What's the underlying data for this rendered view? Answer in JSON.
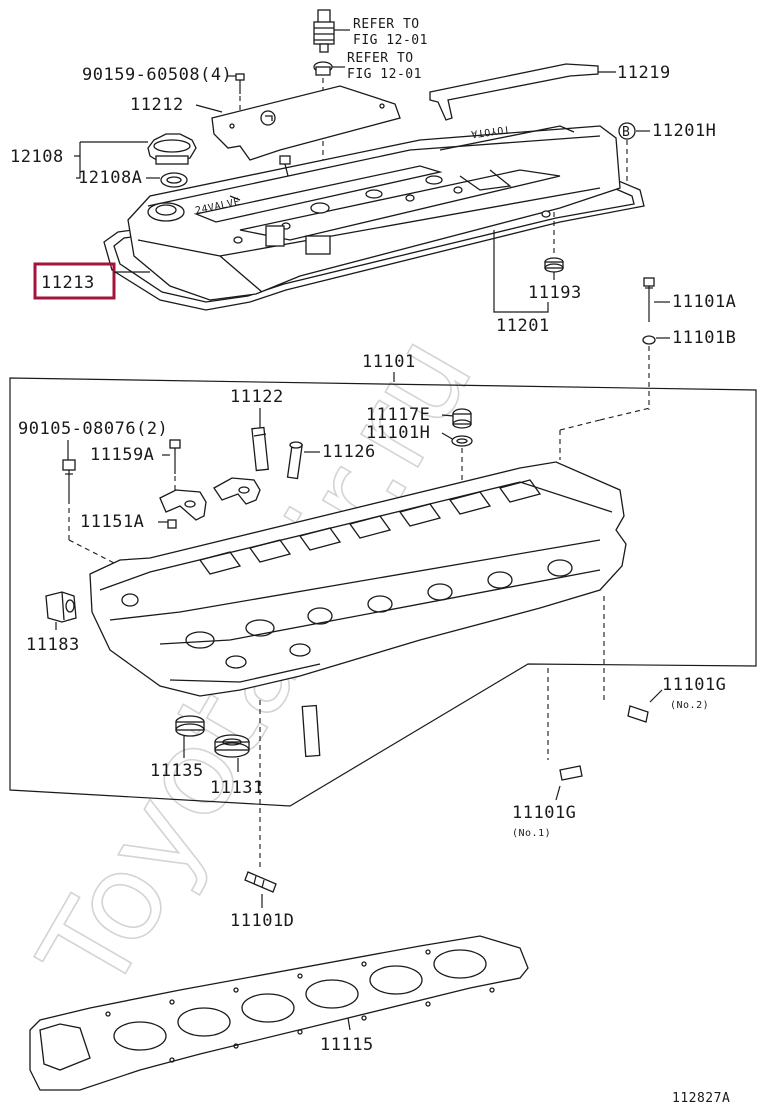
{
  "diagram": {
    "watermark": "ToyotaMir.ru",
    "figure_code": "112827A",
    "highlighted_part": "11213",
    "highlight_color": "#a3133a",
    "labels": {
      "refer1_l1": "REFER TO",
      "refer1_l2": "FIG 12-01",
      "refer2_l1": "REFER TO",
      "refer2_l2": "FIG 12-01",
      "p90159": "90159-60508(4)",
      "p11219": "11219",
      "p11212": "11212",
      "p11201H": "11201H",
      "circleB": "B",
      "p12108": "12108",
      "p12108A": "12108A",
      "p11213": "11213",
      "p11193": "11193",
      "p11201": "11201",
      "p11101A": "11101A",
      "p11101B": "11101B",
      "p11101": "11101",
      "p11122": "11122",
      "p11117E": "11117E",
      "p11101H": "11101H",
      "p90105": "90105-08076(2)",
      "p11159A": "11159A",
      "p11126": "11126",
      "p11151A": "11151A",
      "p11183": "11183",
      "p11101G_1": "11101G",
      "no2": "(No.2)",
      "p11135": "11135",
      "p11131": "11131",
      "p11101G_2": "11101G",
      "no1": "(No.1)",
      "p11101D": "11101D",
      "p11115": "11115",
      "cover_text": "TOYOTA",
      "cover_text2": "24VALVE"
    }
  }
}
